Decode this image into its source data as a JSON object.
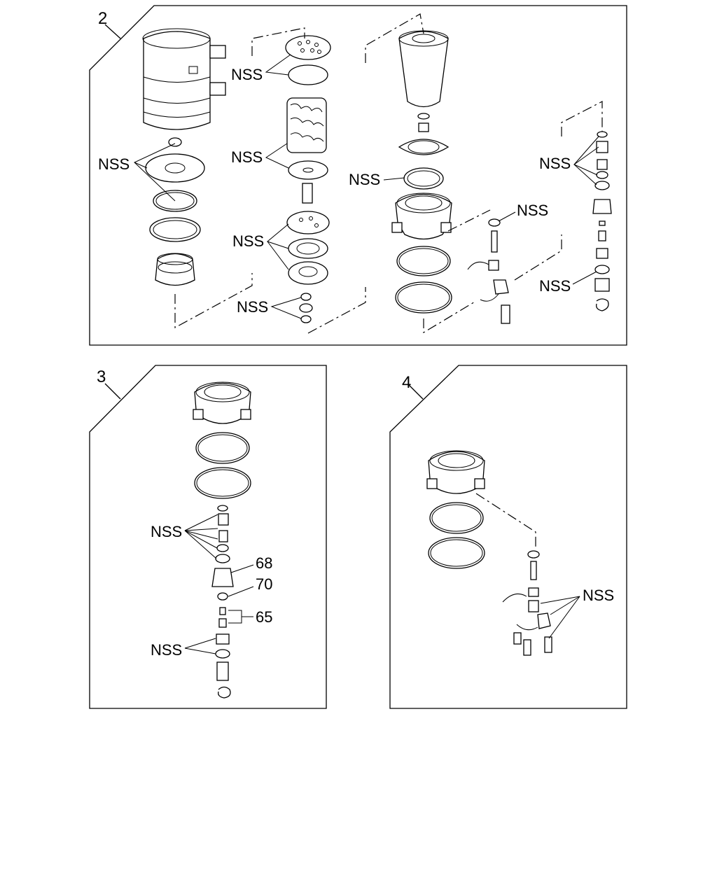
{
  "panels": {
    "panel_2": {
      "number": "2"
    },
    "panel_3": {
      "number": "3"
    },
    "panel_4": {
      "number": "4"
    }
  },
  "labels": {
    "nss": "NSS",
    "ref_68": "68",
    "ref_70": "70",
    "ref_65": "65"
  }
}
